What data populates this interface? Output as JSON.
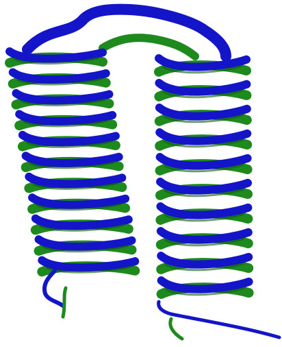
{
  "image": {
    "subject": "superimposed-protein-helix-ribbons",
    "background": "#ffffff"
  },
  "structures": [
    {
      "id": "structure-a",
      "color": "#1414c8"
    },
    {
      "id": "structure-b",
      "color": "#1e8a1e"
    }
  ],
  "helices": [
    {
      "id": "left-helix",
      "turns": 11
    },
    {
      "id": "right-helix",
      "turns": 10
    }
  ]
}
